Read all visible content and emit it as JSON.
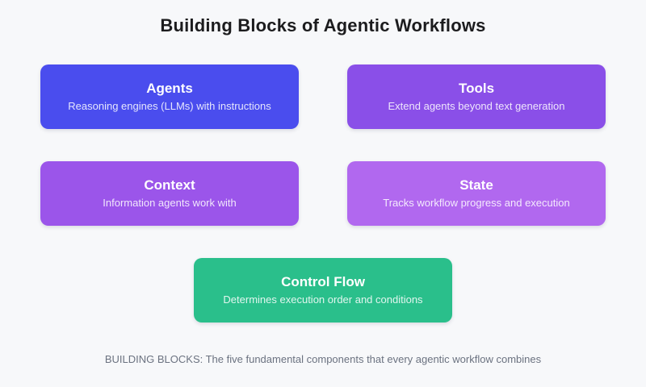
{
  "page": {
    "title": "Building Blocks of Agentic Workflows",
    "caption": "BUILDING BLOCKS: The five fundamental components that every agentic workflow combines",
    "background_color": "#f7f8fa",
    "title_color": "#1c1c1e",
    "caption_color": "#6b7280"
  },
  "blocks": [
    {
      "id": "agents",
      "label": "Agents",
      "description": "Reasoning engines (LLMs) with instructions",
      "color": "#4a4dee"
    },
    {
      "id": "tools",
      "label": "Tools",
      "description": "Extend agents beyond text generation",
      "color": "#8a4fe8"
    },
    {
      "id": "context",
      "label": "Context",
      "description": "Information agents work with",
      "color": "#9b55ea"
    },
    {
      "id": "state",
      "label": "State",
      "description": "Tracks workflow progress and execution",
      "color": "#b168ef"
    },
    {
      "id": "control-flow",
      "label": "Control Flow",
      "description": "Determines execution order and conditions",
      "color": "#2abf8b"
    }
  ]
}
